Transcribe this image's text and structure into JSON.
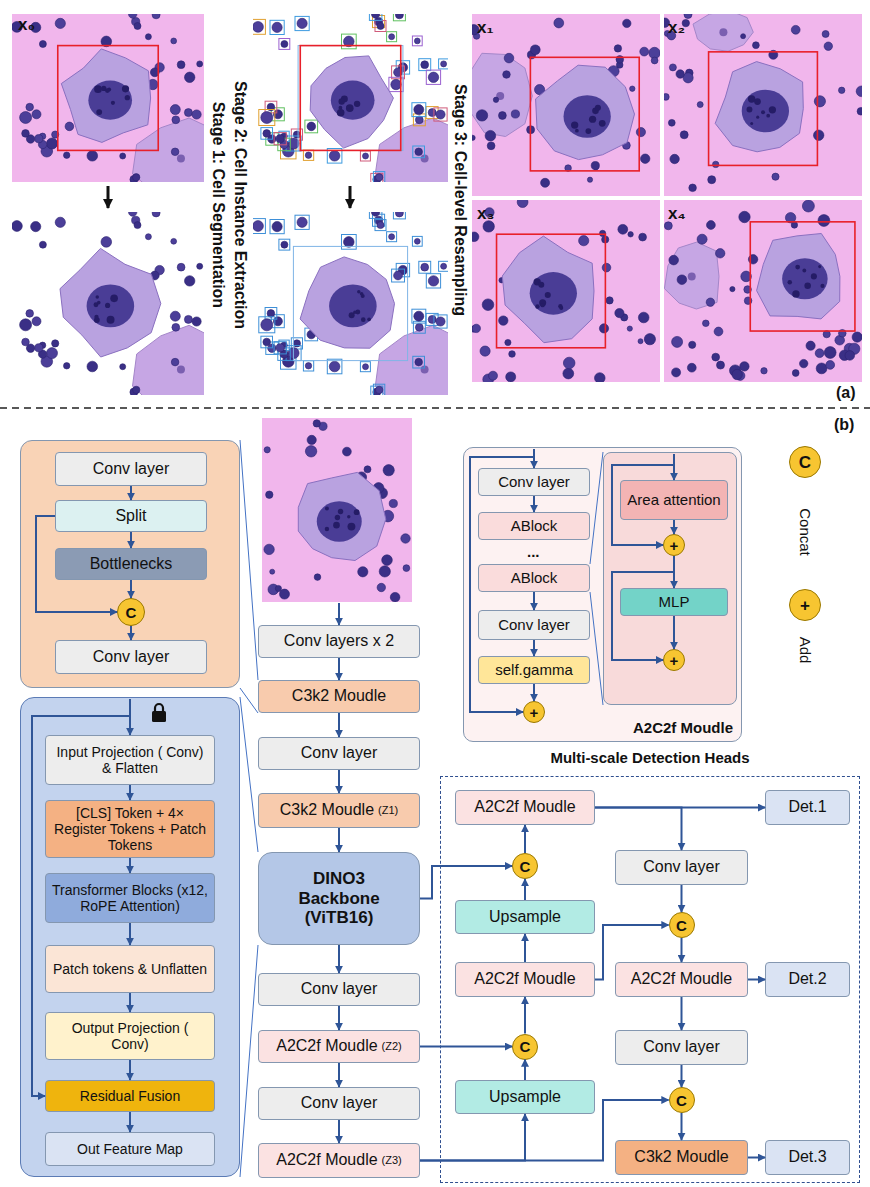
{
  "diagram": {
    "nodes": [
      {
        "text": []
      },
      {
        "text": [
          "Conv layer"
        ],
        "in": 0
      },
      {
        "text": [
          "Split"
        ],
        "in": 0
      },
      {
        "text": [
          "Bottlenecks"
        ],
        "in": 0
      },
      {
        "text": [
          "C"
        ],
        "in": 0
      },
      {
        "text": [
          "Conv layer"
        ],
        "in": 0
      },
      {
        "text": []
      },
      {
        "text": [
          "Input Projection ( Conv) & Flatten"
        ],
        "in": 6
      },
      {
        "text": [
          "[CLS] Token + 4× Register Tokens + Patch Tokens"
        ],
        "in": 6
      },
      {
        "text": [
          "Transformer Blocks (x12, RoPE Attention)"
        ],
        "in": 6
      },
      {
        "text": [
          "Patch tokens & Unflatten"
        ],
        "in": 6
      },
      {
        "text": [
          "Output Projection ( Conv)"
        ],
        "in": 6
      },
      {
        "text": [
          "Residual Fusion"
        ],
        "in": 6
      },
      {
        "text": [
          "Out Feature Map"
        ],
        "in": 6
      },
      {
        "text": [
          "Conv layers x 2"
        ]
      },
      {
        "text": [
          "C3k2 Moudle"
        ]
      },
      {
        "text": [
          "Conv layer"
        ]
      },
      {
        "text": [
          "C3k2 Moudle",
          "(Z1)"
        ]
      },
      {
        "text": [
          "DINO3 Backbone (ViTB16)"
        ]
      },
      {
        "text": [
          "Conv layer"
        ]
      },
      {
        "text": [
          "A2C2f Moudle",
          "(Z2)"
        ]
      },
      {
        "text": [
          "Conv layer"
        ]
      },
      {
        "text": [
          "A2C2f Moudle",
          "(Z3)"
        ]
      },
      {
        "text": [
          "A2C2f Moudle"
        ]
      },
      {
        "text": [
          "Conv layer"
        ],
        "in": 23
      },
      {
        "text": [
          "ABlock"
        ],
        "in": 23
      },
      {
        "text": [
          "ABlock"
        ],
        "in": 23
      },
      {
        "text": [
          "Conv layer"
        ],
        "in": 23
      },
      {
        "text": [
          "self.gamma"
        ],
        "in": 23
      },
      {
        "text": [
          "+"
        ],
        "in": 23
      },
      {
        "text": [],
        "in": 23
      },
      {
        "text": [
          "Area attention"
        ],
        "in": 30
      },
      {
        "text": [
          "+"
        ],
        "in": 30
      },
      {
        "text": [
          "MLP"
        ],
        "in": 30
      },
      {
        "text": [
          "+"
        ],
        "in": 30
      },
      {
        "text": [
          "C",
          "Concat"
        ]
      },
      {
        "text": [
          "+",
          "Add"
        ]
      },
      {
        "text": [
          "Multi-scale Detection Heads"
        ]
      },
      {
        "text": [
          "A2C2f Moudle"
        ],
        "in": 37
      },
      {
        "text": [
          "Det.1"
        ],
        "in": 37
      },
      {
        "text": [
          "Conv layer"
        ],
        "in": 37
      },
      {
        "text": [
          "C"
        ],
        "in": 37
      },
      {
        "text": [
          "C"
        ],
        "in": 37
      },
      {
        "text": [
          "Upsample"
        ],
        "in": 37
      },
      {
        "text": [
          "A2C2f Moudle"
        ],
        "in": 37
      },
      {
        "text": [
          "A2C2f Moudle"
        ],
        "in": 37
      },
      {
        "text": [
          "Det.2"
        ],
        "in": 37
      },
      {
        "text": [
          "C"
        ],
        "in": 37
      },
      {
        "text": [
          "Conv layer"
        ],
        "in": 37
      },
      {
        "text": [
          "Upsample"
        ],
        "in": 37
      },
      {
        "text": [
          "C"
        ],
        "in": 37
      },
      {
        "text": [
          "C3k2 Moudle"
        ],
        "in": 37
      },
      {
        "text": [
          "Det.3"
        ],
        "in": 37
      }
    ],
    "edges": [
      {
        "from": 1,
        "to": 2,
        "arrow": "to"
      },
      {
        "from": 2,
        "to": 3,
        "arrow": "to"
      },
      {
        "from": 3,
        "to": 4,
        "arrow": "to"
      },
      {
        "from": 4,
        "to": 5,
        "arrow": "to"
      },
      {
        "from": 2,
        "to": 4,
        "arrow": "to"
      },
      {
        "from": 7,
        "to": 8,
        "arrow": "to"
      },
      {
        "from": 8,
        "to": 9,
        "arrow": "to"
      },
      {
        "from": 9,
        "to": 10,
        "arrow": "to"
      },
      {
        "from": 10,
        "to": 11,
        "arrow": "to"
      },
      {
        "from": 11,
        "to": 12,
        "arrow": "to"
      },
      {
        "from": 12,
        "to": 13,
        "arrow": "to"
      },
      {
        "from": 14,
        "to": 15,
        "arrow": "to"
      },
      {
        "from": 15,
        "to": 16,
        "arrow": "to"
      },
      {
        "from": 16,
        "to": 17,
        "arrow": "to"
      },
      {
        "from": 17,
        "to": 18,
        "arrow": "to"
      },
      {
        "from": 18,
        "to": 19,
        "arrow": "to"
      },
      {
        "from": 19,
        "to": 20,
        "arrow": "to"
      },
      {
        "from": 20,
        "to": 21,
        "arrow": "to"
      },
      {
        "from": 21,
        "to": 22,
        "arrow": "to"
      },
      {
        "from": 0,
        "to": 15,
        "arrow": "none"
      },
      {
        "from": 6,
        "to": 18,
        "arrow": "none"
      },
      {
        "from": 24,
        "to": 25,
        "arrow": "to"
      },
      {
        "from": 26,
        "to": 27,
        "arrow": "to"
      },
      {
        "from": 27,
        "to": 28,
        "arrow": "to"
      },
      {
        "from": 28,
        "to": 29,
        "arrow": "to"
      },
      {
        "from": 26,
        "to": 30,
        "arrow": "none"
      },
      {
        "from": 31,
        "to": 32,
        "arrow": "to"
      },
      {
        "from": 32,
        "to": 33,
        "arrow": "to"
      },
      {
        "from": 33,
        "to": 34,
        "arrow": "to"
      },
      {
        "from": 18,
        "to": 41,
        "arrow": "to"
      },
      {
        "from": 43,
        "to": 41,
        "arrow": "to"
      },
      {
        "from": 41,
        "to": 38,
        "arrow": "to"
      },
      {
        "from": 38,
        "to": 39,
        "arrow": "to"
      },
      {
        "from": 38,
        "to": 40,
        "arrow": "to"
      },
      {
        "from": 40,
        "to": 42,
        "arrow": "to"
      },
      {
        "from": 44,
        "to": 43,
        "arrow": "to"
      },
      {
        "from": 44,
        "to": 42,
        "arrow": "to"
      },
      {
        "from": 42,
        "to": 45,
        "arrow": "to"
      },
      {
        "from": 45,
        "to": 46,
        "arrow": "to"
      },
      {
        "from": 45,
        "to": 48,
        "arrow": "to"
      },
      {
        "from": 47,
        "to": 44,
        "arrow": "to"
      },
      {
        "from": 20,
        "to": 47,
        "arrow": "to"
      },
      {
        "from": 49,
        "to": 47,
        "arrow": "to"
      },
      {
        "from": 22,
        "to": 49,
        "arrow": "to"
      },
      {
        "from": 22,
        "to": 50,
        "arrow": "to"
      },
      {
        "from": 48,
        "to": 50,
        "arrow": "to"
      },
      {
        "from": 50,
        "to": 51,
        "arrow": "to"
      },
      {
        "from": 51,
        "to": 52,
        "arrow": "to"
      }
    ],
    "labels": [
      "x₀",
      "Stage 1: Cell Segmentation",
      "Stage 2: Cell Instance Extraction",
      "Stage 3: Cell-level Resampling",
      "x₁",
      "x₂",
      "x₃",
      "x₄",
      "(a)",
      "(b)",
      "..."
    ]
  }
}
